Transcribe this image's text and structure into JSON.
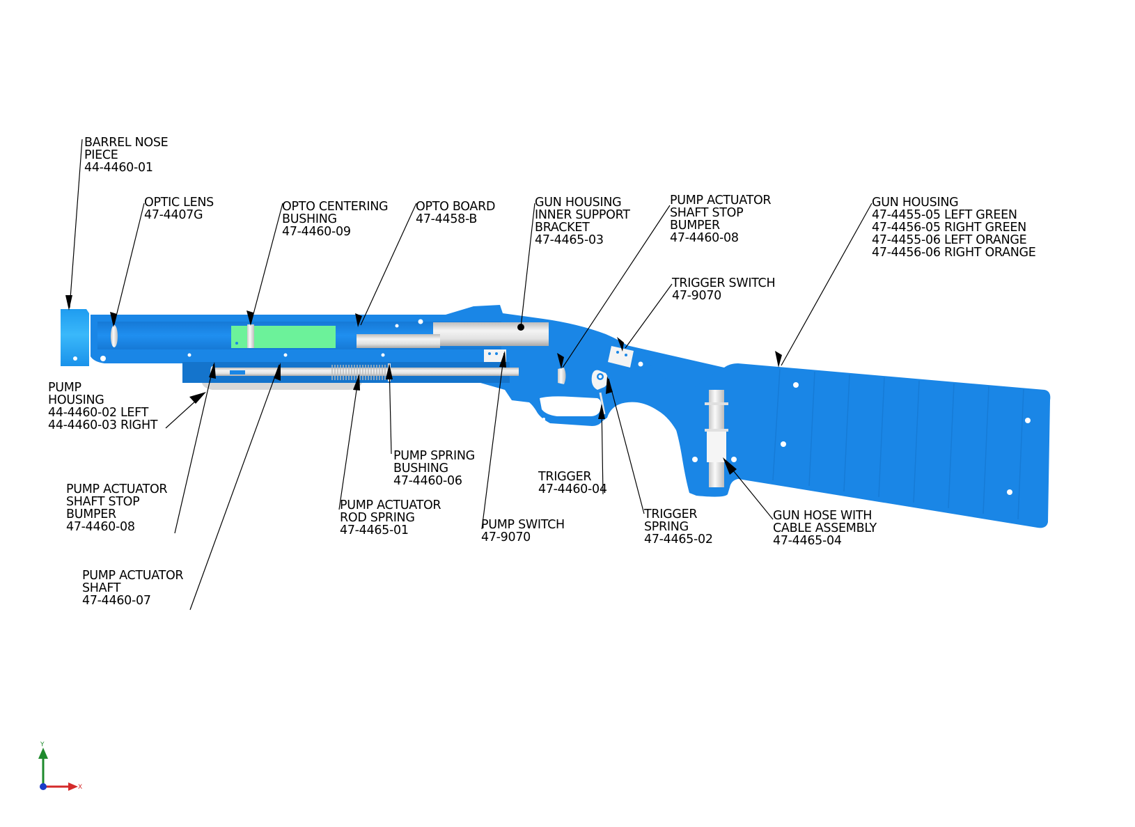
{
  "title": "Gun assembly exploded callout diagram",
  "colors": {
    "housing_blue": "#1a86e6",
    "barrel_nose_blue": "#2aa8f2",
    "opto_board_green": "#6cf29a",
    "metal_gray": "#d8d8d8",
    "axis_y_green": "#1e8a2c",
    "axis_x_red": "#d42a2a",
    "axis_origin_blue": "#1a3cc8"
  },
  "callouts": [
    {
      "id": "barrel-nose-piece",
      "lines": [
        "BARREL NOSE",
        "PIECE",
        "44-4460-01"
      ]
    },
    {
      "id": "optic-lens",
      "lines": [
        "OPTIC LENS",
        "47-4407G"
      ]
    },
    {
      "id": "opto-centering-bushing",
      "lines": [
        "OPTO CENTERING",
        "BUSHING",
        "47-4460-09"
      ]
    },
    {
      "id": "opto-board",
      "lines": [
        "OPTO BOARD",
        "47-4458-B"
      ]
    },
    {
      "id": "gun-housing-inner-support-bracket",
      "lines": [
        "GUN HOUSING",
        "INNER SUPPORT",
        "BRACKET",
        "47-4465-03"
      ]
    },
    {
      "id": "pump-actuator-shaft-stop-bumper-top",
      "lines": [
        "PUMP ACTUATOR",
        "SHAFT STOP",
        "BUMPER",
        "47-4460-08"
      ]
    },
    {
      "id": "gun-housing",
      "lines": [
        "GUN HOUSING",
        "47-4455-05 LEFT GREEN",
        "47-4456-05 RIGHT GREEN",
        "47-4455-06 LEFT ORANGE",
        "47-4456-06 RIGHT ORANGE"
      ]
    },
    {
      "id": "trigger-switch",
      "lines": [
        "TRIGGER SWITCH",
        "47-9070"
      ]
    },
    {
      "id": "pump-housing",
      "lines": [
        "PUMP",
        "HOUSING",
        "44-4460-02 LEFT",
        "44-4460-03 RIGHT"
      ]
    },
    {
      "id": "pump-spring-bushing",
      "lines": [
        "PUMP SPRING",
        "BUSHING",
        "47-4460-06"
      ]
    },
    {
      "id": "trigger",
      "lines": [
        "TRIGGER",
        "47-4460-04"
      ]
    },
    {
      "id": "pump-actuator-shaft-stop-bumper-bottom",
      "lines": [
        "PUMP ACTUATOR",
        "SHAFT STOP",
        "BUMPER",
        "47-4460-08"
      ]
    },
    {
      "id": "pump-actuator-rod-spring",
      "lines": [
        "PUMP ACTUATOR",
        "ROD SPRING",
        "47-4465-01"
      ]
    },
    {
      "id": "pump-switch",
      "lines": [
        "PUMP SWITCH",
        "47-9070"
      ]
    },
    {
      "id": "trigger-spring",
      "lines": [
        "TRIGGER",
        "SPRING",
        "47-4465-02"
      ]
    },
    {
      "id": "gun-hose-with-cable-assembly",
      "lines": [
        "GUN HOSE WITH",
        "CABLE ASSEMBLY",
        "47-4465-04"
      ]
    },
    {
      "id": "pump-actuator-shaft",
      "lines": [
        "PUMP ACTUATOR",
        "SHAFT",
        "47-4460-07"
      ]
    }
  ],
  "axis_triad": {
    "y_label": "Y",
    "x_label": "X"
  }
}
